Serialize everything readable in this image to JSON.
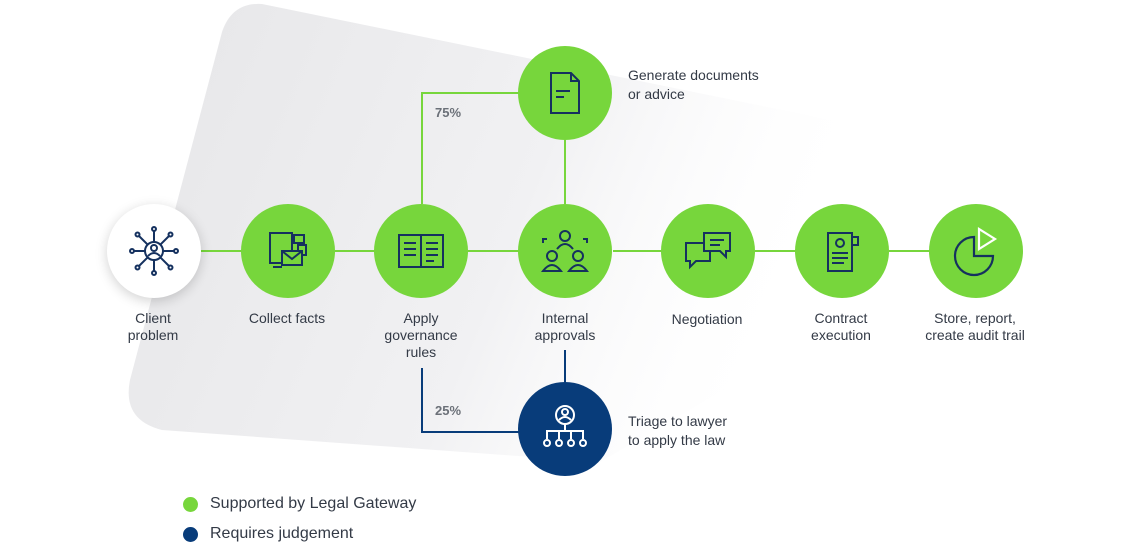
{
  "colors": {
    "supported": "#77d63c",
    "judgement": "#083c7a",
    "icon_dark": "#15315f"
  },
  "nodes": [
    {
      "id": "client",
      "label": "Client\nproblem",
      "icon": "network-user-icon"
    },
    {
      "id": "collect",
      "label": "Collect facts",
      "icon": "documents-mail-icon"
    },
    {
      "id": "apply",
      "label": "Apply\ngovernance\nrules",
      "icon": "open-book-icon"
    },
    {
      "id": "generate",
      "label": "Generate documents\nor advice",
      "icon": "document-icon"
    },
    {
      "id": "internal",
      "label": "Internal\napprovals",
      "icon": "team-icon"
    },
    {
      "id": "negotiation",
      "label": "Negotiation",
      "icon": "chat-bubbles-icon"
    },
    {
      "id": "contract",
      "label": "Contract\nexecution",
      "icon": "contract-icon"
    },
    {
      "id": "store",
      "label": "Store, report,\ncreate audit trail",
      "icon": "pie-chart-icon"
    },
    {
      "id": "triage",
      "label": "Triage to lawyer\nto apply the law",
      "icon": "hierarchy-icon"
    }
  ],
  "percent_upper": "75%",
  "percent_lower": "25%",
  "legend": [
    {
      "label": "Supported by Legal Gateway",
      "color": "#77d63c"
    },
    {
      "label": "Requires judgement",
      "color": "#083c7a"
    }
  ]
}
